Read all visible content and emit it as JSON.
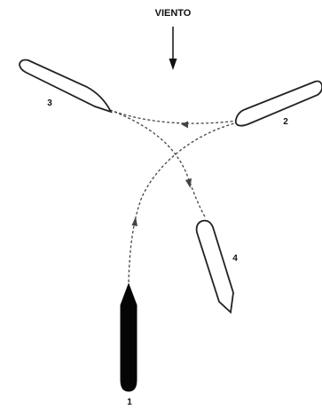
{
  "wind": {
    "label": "VIENTO"
  },
  "boats": [
    {
      "id": "1",
      "label": "1"
    },
    {
      "id": "2",
      "label": "2"
    },
    {
      "id": "3",
      "label": "3"
    },
    {
      "id": "4",
      "label": "4"
    }
  ],
  "colors": {
    "ink": "#111111",
    "path": "#444444",
    "background": "#ffffff",
    "solid_hull": "#050505"
  }
}
